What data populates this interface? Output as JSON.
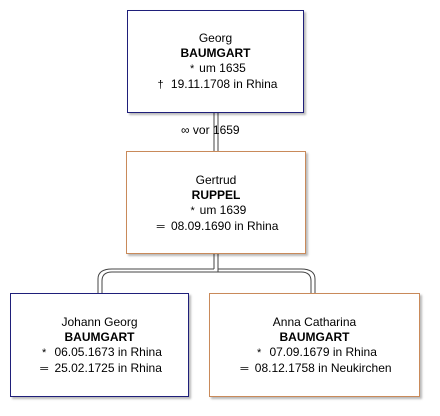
{
  "colors": {
    "male_border": "#1f1f7a",
    "female_border": "#c98a5a",
    "line": "#444444"
  },
  "father": {
    "given": "Georg",
    "surname": "BAUMGART",
    "birth_symbol": "*",
    "birth": "um 1635",
    "death_symbol": "†",
    "death": "19.11.1708 in Rhina"
  },
  "marriage": {
    "symbol": "∞",
    "text": "vor 1659"
  },
  "mother": {
    "given": "Gertrud",
    "surname": "RUPPEL",
    "birth_symbol": "*",
    "birth": "um 1639",
    "burial_symbol": "═",
    "burial": "08.09.1690 in Rhina"
  },
  "children": [
    {
      "given": "Johann Georg",
      "surname": "BAUMGART",
      "birth_symbol": "*",
      "birth": "06.05.1673 in Rhina",
      "burial_symbol": "═",
      "burial": "25.02.1725 in Rhina"
    },
    {
      "given": "Anna Catharina",
      "surname": "BAUMGART",
      "birth_symbol": "*",
      "birth": "07.09.1679 in Rhina",
      "burial_symbol": "═",
      "burial": "08.12.1758 in Neukirchen"
    }
  ]
}
